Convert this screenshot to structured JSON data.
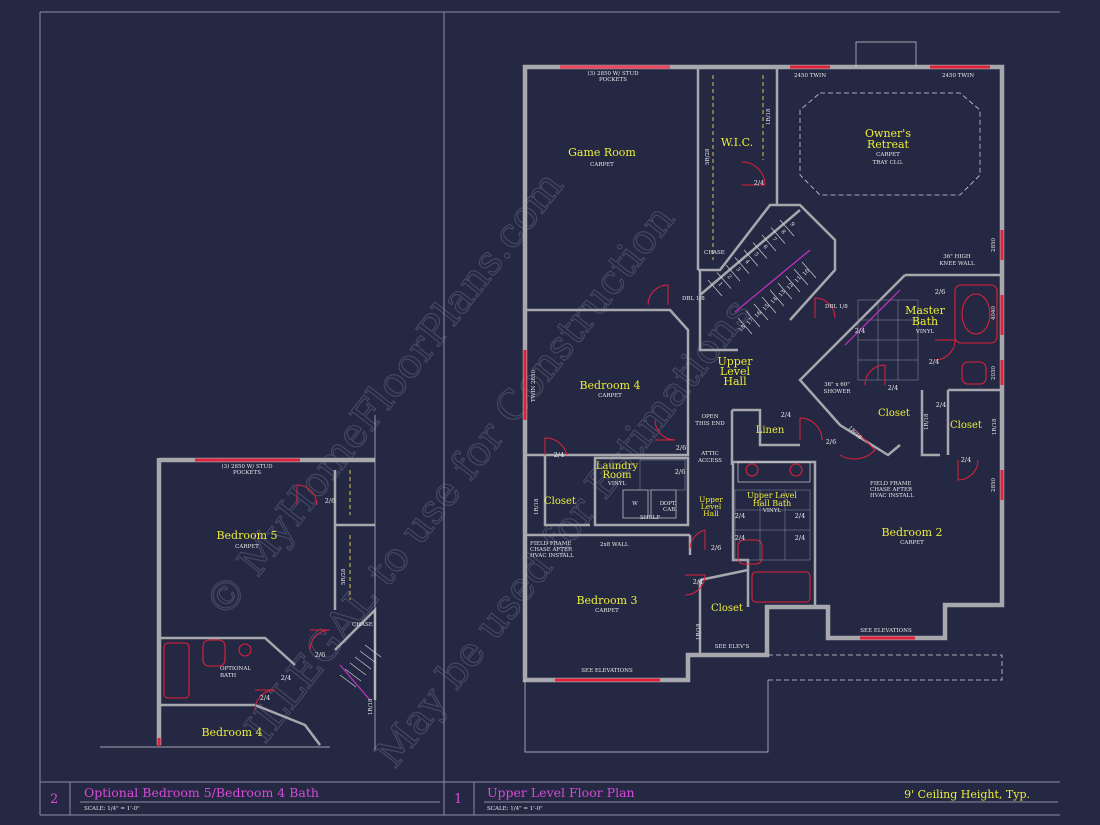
{
  "watermark": {
    "line1": "© MyHomeFloorPlans.com",
    "line2": "ILLEGAL to use for Construction",
    "line3": "May be used for Estimations"
  },
  "title_block": {
    "left": {
      "number": "2",
      "title": "Optional Bedroom 5/Bedroom 4 Bath",
      "scale": "SCALE: 1/4\" = 1'-0\""
    },
    "right": {
      "number": "1",
      "title": "Upper Level Floor Plan",
      "scale": "SCALE: 1/4\" = 1'-0\"",
      "ceiling": "9' Ceiling Height, Typ."
    }
  },
  "rooms": {
    "game_room": {
      "name": "Game Room",
      "finish": "CARPET"
    },
    "wic": {
      "name": "W.I.C."
    },
    "owners_retreat": {
      "name_l1": "Owner's",
      "name_l2": "Retreat",
      "finish": "CARPET",
      "ceiling": "TRAY CLG."
    },
    "master_bath": {
      "name_l1": "Master",
      "name_l2": "Bath",
      "finish": "VINYL"
    },
    "bedroom4": {
      "name": "Bedroom 4",
      "finish": "CARPET"
    },
    "upper_hall": {
      "l1": "Upper",
      "l2": "Level",
      "l3": "Hall"
    },
    "upper_hall_small": {
      "l1": "Upper",
      "l2": "Level",
      "l3": "Hall"
    },
    "closet_master": {
      "name": "Closet"
    },
    "closet_right": {
      "name": "Closet"
    },
    "linen": {
      "name": "Linen"
    },
    "laundry": {
      "name_l1": "Laundry",
      "name_l2": "Room",
      "finish": "VINYL"
    },
    "closet_b4": {
      "name": "Closet"
    },
    "hall_bath": {
      "name_l1": "Upper Level",
      "name_l2": "Hall Bath",
      "finish": "VINYL"
    },
    "bedroom2": {
      "name": "Bedroom 2",
      "finish": "CARPET"
    },
    "bedroom3": {
      "name": "Bedroom 3",
      "finish": "CARPET"
    },
    "closet_b3": {
      "name": "Closet"
    },
    "bedroom5": {
      "name": "Bedroom 5",
      "finish": "CARPET"
    },
    "bedroom4_opt": {
      "name": "Bedroom 4"
    },
    "optional_bath": {
      "l1": "OPTIONAL",
      "l2": "BATH"
    }
  },
  "notes": {
    "win_top_l1": "(3) 2850 W/ STUD",
    "win_top_l2": "POCKETS",
    "win_2450a": "2450 TWIN",
    "win_2450b": "2450 TWIN",
    "win_twin2850": "TWIN 2850",
    "win_2850a": "2850",
    "win_4040": "4040",
    "win_2030": "2030",
    "win_2850b": "2850",
    "chase": "CHASE",
    "dbl_left": "DBL 1/8",
    "dbl_right": "DBL 1/8",
    "knee_l1": "36\" HIGH",
    "knee_l2": "KNEE WALL",
    "shower_l1": "36\" x 60\"",
    "shower_l2": "SHOWER",
    "open_l1": "OPEN",
    "open_l2": "THIS END",
    "attic_l1": "ATTIC",
    "attic_l2": "ACCESS",
    "field_r_l1": "FIELD FRAME",
    "field_r_l2": "CHASE AFTER",
    "field_r_l3": "HVAC INSTALL",
    "field_l_l1": "FIELD FRAME",
    "field_l_l2": "CHASE AFTER",
    "field_l_l3": "HVAC INSTALL",
    "wall_2x8": "2x8 WALL",
    "shelf": "SHELF",
    "opt_l1": "OPT.",
    "opt_l2": "CAB.",
    "washer": "W",
    "dryer": "D",
    "see_elev_b2": "SEE ELEVATIONS",
    "see_elev_b3": "SEE ELEVATIONS",
    "see_elevs": "SEE ELEV'S",
    "opt_win_l1": "(3) 2850 W/ STUD",
    "opt_win_l2": "POCKETS",
    "opt_chase": "CHASE"
  },
  "door_tags": {
    "d_wic": "2/4",
    "d_b4": "2/6",
    "d_b4c": "2/4",
    "d_laundry": "2/6",
    "d_lin": "2/4",
    "d_mb1": "2/6",
    "d_mb2": "2/4",
    "d_mb3": "2/4",
    "d_hall": "2/6",
    "d_cl1": "2/4",
    "d_hb1": "2/4",
    "d_hb2": "2/4",
    "d_hb3": "2/4",
    "d_hb4": "2/4",
    "d_b3": "2/6",
    "d_b3c": "2/4",
    "d_opt1": "2/6",
    "d_opt2": "2/6",
    "d_opt3": "2/4",
    "d_opt4": "2/4",
    "d_mb4": "2/4",
    "d_cl2": "2/4"
  },
  "dims": {
    "wic_a": "1R/18",
    "wic_b": "5R/28",
    "closet_b4": "1R/18",
    "closet_m1": "1R/18",
    "closet_m2": "1R/18",
    "closet_m3": "1R/18",
    "closet_b3": "1R/18",
    "opt_a": "5R/28",
    "opt_b": "1R/18"
  },
  "stair_numbers": [
    "1",
    "2",
    "3",
    "4",
    "5",
    "6",
    "7",
    "8",
    "9",
    "10",
    "11",
    "12",
    "13",
    "14",
    "15",
    "16",
    "17",
    "18"
  ]
}
